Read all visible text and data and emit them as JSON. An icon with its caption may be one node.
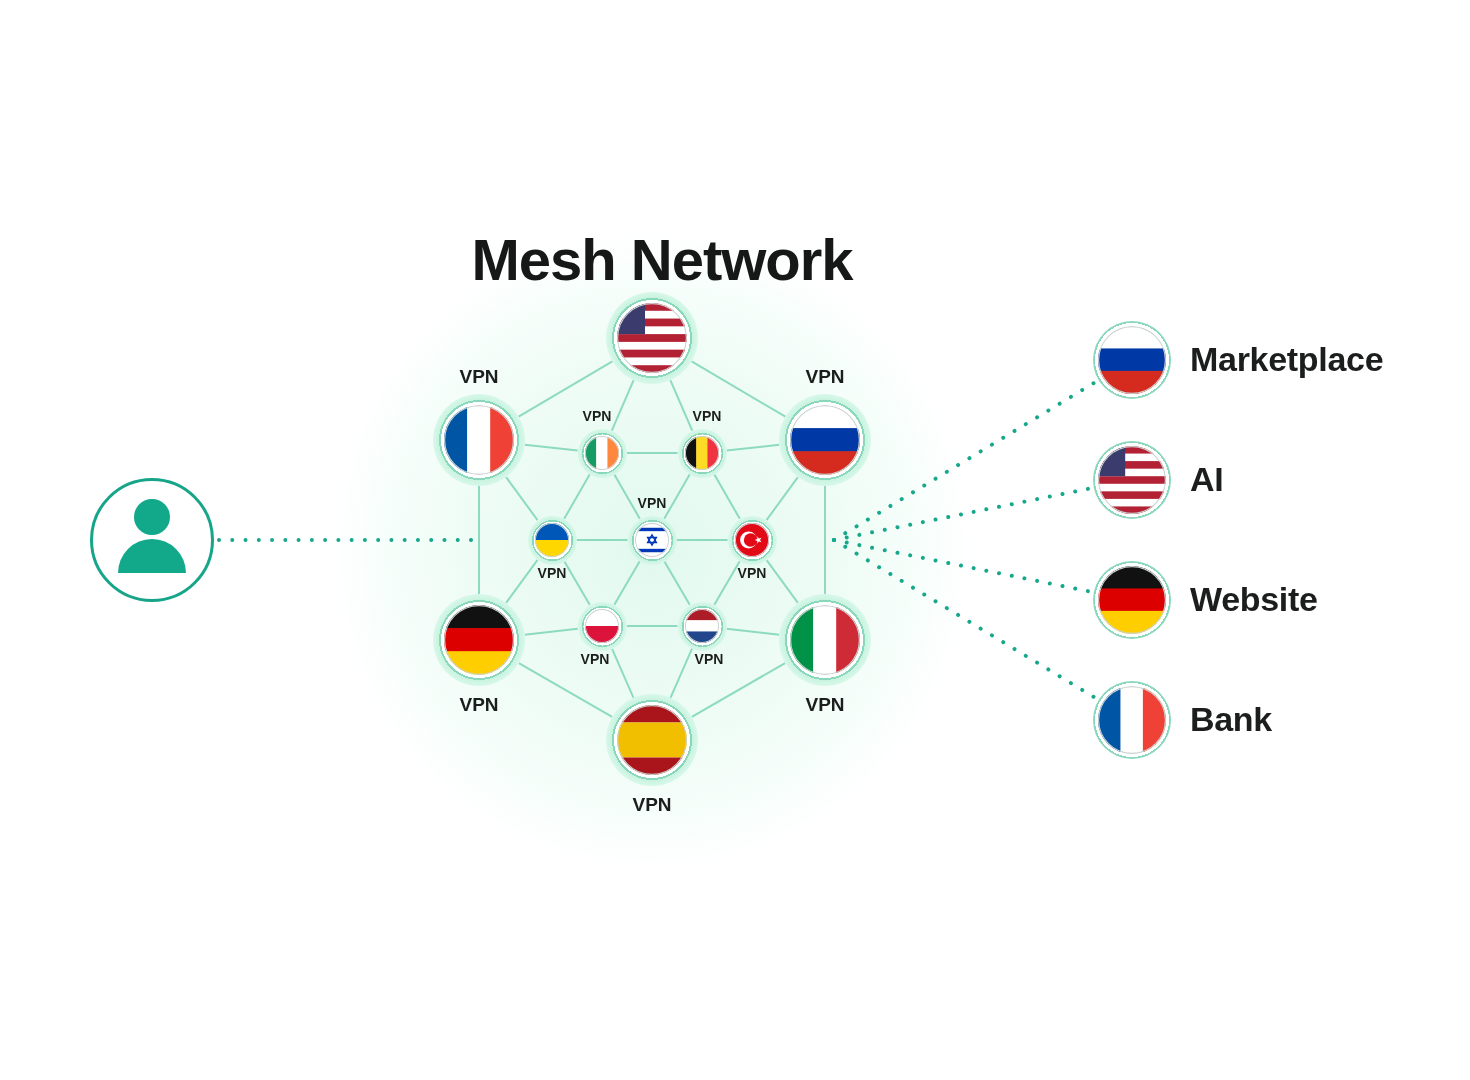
{
  "diagram": {
    "title": "Mesh Network",
    "nodes": [
      {
        "text": [],
        "shape": "person"
      },
      {
        "text": [],
        "shape": "picture"
      },
      {
        "text": [],
        "shape": "picture",
        "beside": [
          "VPN"
        ]
      },
      {
        "text": [],
        "shape": "picture",
        "beside": [
          "VPN"
        ]
      },
      {
        "text": [],
        "shape": "picture",
        "beside": [
          "VPN"
        ]
      },
      {
        "text": [],
        "shape": "picture",
        "beside": [
          "VPN"
        ]
      },
      {
        "text": [],
        "shape": "picture",
        "beside": [
          "VPN"
        ]
      },
      {
        "text": [],
        "shape": "picture",
        "beside": [
          "VPN"
        ]
      },
      {
        "text": [],
        "shape": "picture",
        "beside": [
          "VPN"
        ]
      },
      {
        "text": [],
        "shape": "picture",
        "beside": [
          "VPN"
        ]
      },
      {
        "text": [],
        "shape": "picture",
        "beside": [
          "VPN"
        ]
      },
      {
        "text": [],
        "shape": "picture",
        "beside": [
          "VPN"
        ]
      },
      {
        "text": [],
        "shape": "picture",
        "beside": [
          "VPN"
        ]
      },
      {
        "text": [],
        "shape": "picture",
        "beside": [
          "VPN"
        ]
      },
      {
        "text": [],
        "shape": "picture",
        "beside": [
          "Marketplace"
        ]
      },
      {
        "text": [],
        "shape": "picture",
        "beside": [
          "AI"
        ]
      },
      {
        "text": [],
        "shape": "picture",
        "beside": [
          "Website"
        ]
      },
      {
        "text": [],
        "shape": "picture",
        "beside": [
          "Bank"
        ]
      }
    ],
    "edges": [
      {
        "from": 0,
        "to": null,
        "arrow": "none",
        "style": "dashed",
        "color": "#17a88b"
      },
      {
        "from": 1,
        "to": 2,
        "arrow": "none"
      },
      {
        "from": 1,
        "to": 5,
        "arrow": "none"
      },
      {
        "from": 1,
        "to": 3,
        "arrow": "none"
      },
      {
        "from": 1,
        "to": 4,
        "arrow": "none"
      },
      {
        "from": 2,
        "to": 3,
        "arrow": "none"
      },
      {
        "from": 3,
        "to": 4,
        "arrow": "none"
      },
      {
        "from": 4,
        "to": 5,
        "arrow": "none"
      },
      {
        "from": 2,
        "to": 9,
        "arrow": "none"
      },
      {
        "from": 5,
        "to": 12,
        "arrow": "none"
      },
      {
        "from": 2,
        "to": 6,
        "arrow": "none"
      },
      {
        "from": 3,
        "to": 6,
        "arrow": "none"
      },
      {
        "from": 3,
        "to": 7,
        "arrow": "none"
      },
      {
        "from": 4,
        "to": 7,
        "arrow": "none"
      },
      {
        "from": 4,
        "to": 8,
        "arrow": "none"
      },
      {
        "from": 5,
        "to": 8,
        "arrow": "none"
      },
      {
        "from": 6,
        "to": 7,
        "arrow": "none"
      },
      {
        "from": 7,
        "to": 8,
        "arrow": "none"
      },
      {
        "from": 6,
        "to": 9,
        "arrow": "none"
      },
      {
        "from": 6,
        "to": 10,
        "arrow": "none"
      },
      {
        "from": 7,
        "to": 10,
        "arrow": "none"
      },
      {
        "from": 7,
        "to": 11,
        "arrow": "none"
      },
      {
        "from": 8,
        "to": 11,
        "arrow": "none"
      },
      {
        "from": 8,
        "to": 12,
        "arrow": "none"
      },
      {
        "from": 9,
        "to": 10,
        "arrow": "none"
      },
      {
        "from": 10,
        "to": 11,
        "arrow": "none"
      },
      {
        "from": 11,
        "to": 12,
        "arrow": "none"
      },
      {
        "from": 9,
        "to": 13,
        "arrow": "none"
      },
      {
        "from": 10,
        "to": 13,
        "arrow": "none"
      },
      {
        "from": 11,
        "to": 13,
        "arrow": "none"
      },
      {
        "from": 12,
        "to": 13,
        "arrow": "none"
      },
      {
        "from": null,
        "to": 14,
        "arrow": "none",
        "style": "dashed",
        "color": "#17a88b"
      },
      {
        "from": null,
        "to": 15,
        "arrow": "none",
        "style": "dashed",
        "color": "#17a88b"
      },
      {
        "from": null,
        "to": 16,
        "arrow": "none",
        "style": "dashed",
        "color": "#17a88b"
      },
      {
        "from": null,
        "to": 17,
        "arrow": "none",
        "style": "dashed",
        "color": "#17a88b"
      }
    ]
  }
}
